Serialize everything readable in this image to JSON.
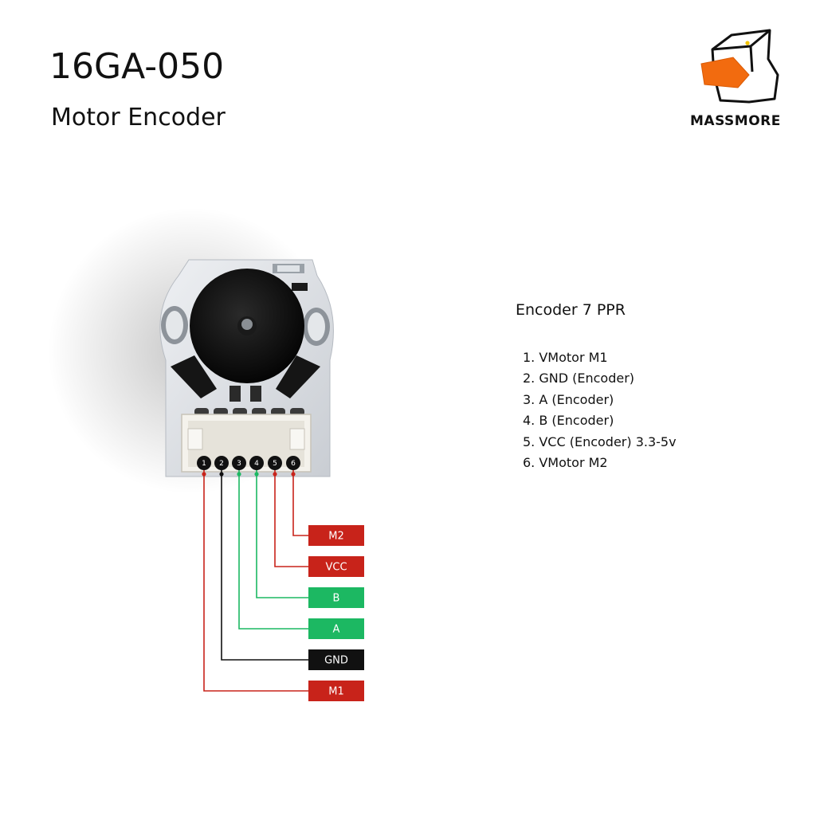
{
  "header": {
    "title": "16GA-050",
    "subtitle": "Motor Encoder"
  },
  "brand": {
    "name": "MASSMORE",
    "accent_color": "#f26b0f"
  },
  "encoder": {
    "heading": "Encoder 7 PPR",
    "pins": [
      "1. VMotor M1",
      "2. GND (Encoder)",
      "3. A (Encoder)",
      "4. B (Encoder)",
      "5. VCC (Encoder) 3.3-5v",
      "6. VMotor M2"
    ]
  },
  "connector": {
    "pin_numbers": [
      "1",
      "2",
      "3",
      "4",
      "5",
      "6"
    ],
    "wire_colors": [
      "#c8231a",
      "#111111",
      "#1cb862",
      "#1cb862",
      "#c8231a",
      "#c8231a"
    ]
  },
  "labels": [
    {
      "text": "M2",
      "color": "#c8231a"
    },
    {
      "text": "VCC",
      "color": "#c8231a"
    },
    {
      "text": "B",
      "color": "#1cb862"
    },
    {
      "text": "A",
      "color": "#1cb862"
    },
    {
      "text": "GND",
      "color": "#111111"
    },
    {
      "text": "M1",
      "color": "#c8231a"
    }
  ]
}
